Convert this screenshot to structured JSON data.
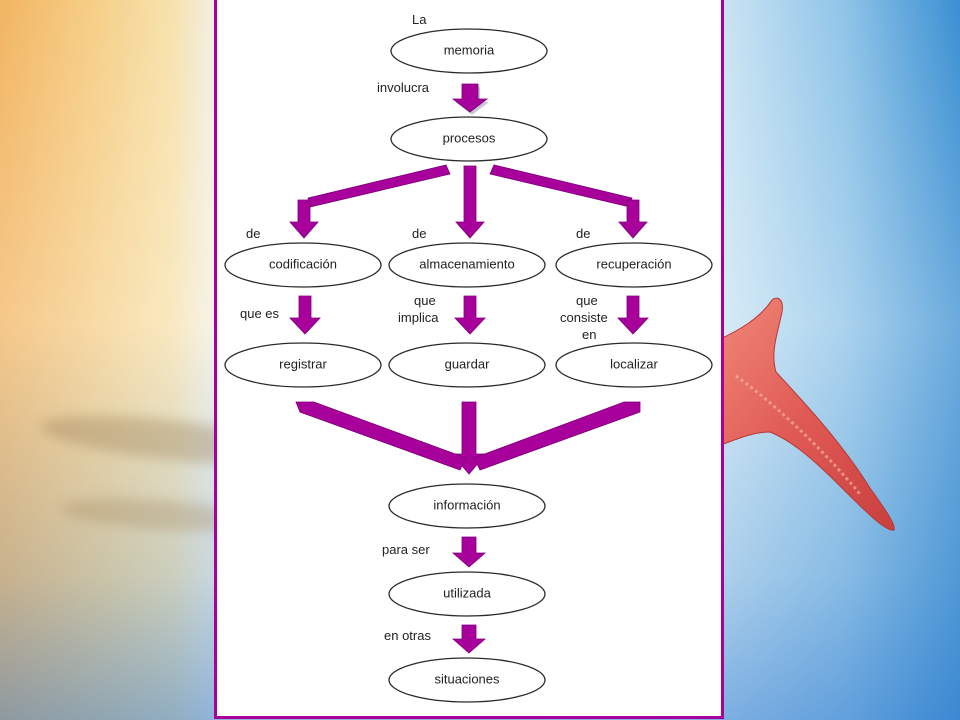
{
  "diagram": {
    "title": "La",
    "nodes": {
      "memoria": "memoria",
      "procesos": "procesos",
      "codificacion": "codificación",
      "almacenamiento": "almacenamiento",
      "recuperacion": "recuperación",
      "registrar": "registrar",
      "guardar": "guardar",
      "localizar": "localizar",
      "informacion": "información",
      "utilizada": "utilizada",
      "situaciones": "situaciones"
    },
    "labels": {
      "involucra": "involucra",
      "de_left": "de",
      "de_mid": "de",
      "de_right": "de",
      "que_es": "que es",
      "que_implica_1": "que",
      "que_implica_2": "implica",
      "que_consiste_1": "que",
      "que_consiste_2": "consiste",
      "que_consiste_3": "en",
      "para_ser": "para ser",
      "en_otras": "en otras"
    },
    "colors": {
      "arrow": "#a8009a",
      "frame": "#a8009a"
    }
  }
}
